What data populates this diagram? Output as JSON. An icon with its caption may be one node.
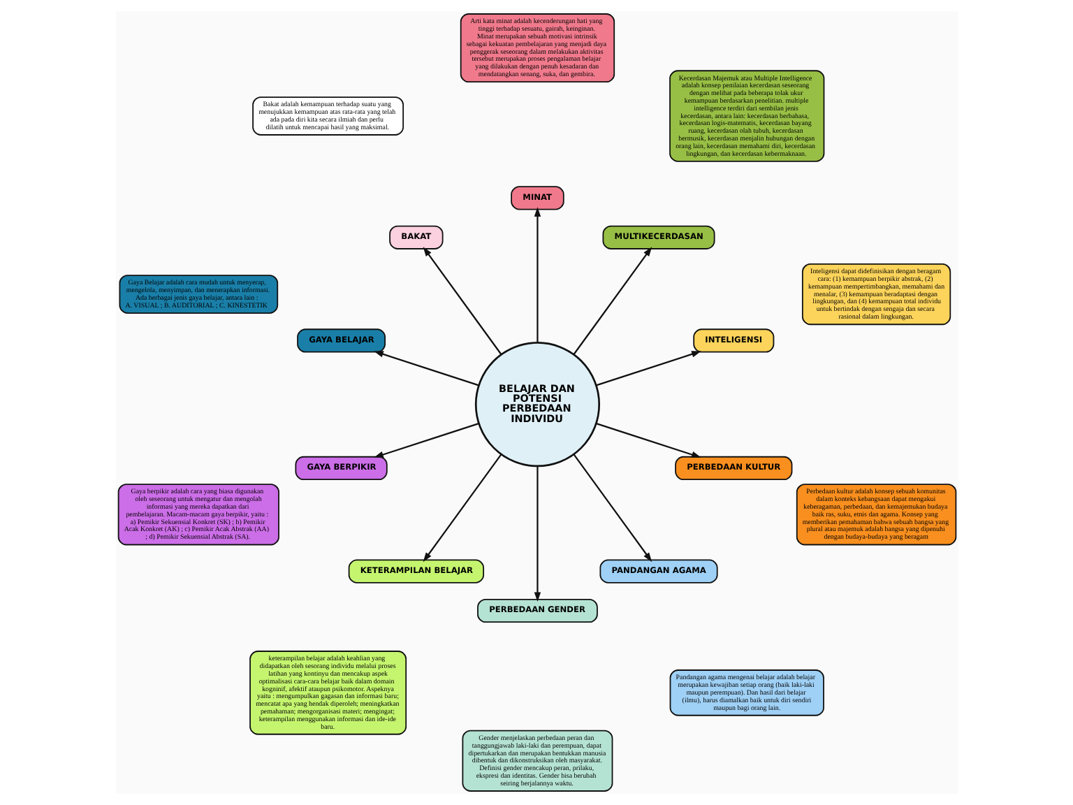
{
  "diagram": {
    "nodes": [
      {
        "text": [
          "INTELIGENSI"
        ]
      },
      {
        "text": [
          "Inteligensi dapat didefinisikan dengan beragam cara: (1) kemampuan berpikir abstrak, (2) kemampuan mempertimbangkan, memahami dan menalar, (3) kemampuan beradaptasi dengan lingkungan, dan (4) kemampuan total individu untuk bertindak dengan sengaja dan secara rasional dalam lingkungan."
        ]
      },
      {
        "text": [
          "MULTIKECERDASAN"
        ]
      },
      {
        "text": [
          "Kecerdasan Majemuk atau Multiple Intelligence adalah konsep penilaian kecerdasan seseorang dengan melihat pada beberapa tolak ukur kemampuan berdasarkan penelitian. multiple intelligence terdiri dari sembilan jenis kecerdasan, antara lain: kecerdasan berbahasa, kecerdasan logis-matematis, kecerdasan bayang ruang, kecerdasan olah tubuh, kecerdasan bermusik, kecerdasan menjalin hubungan dengan orang lain, kecerdasan memahami diri, kecerdasan lingkungan, dan kecerdasan kebermaknaan."
        ]
      },
      {
        "text": [
          "MINAT"
        ]
      },
      {
        "text": [
          "Arti kata minat adalah kecenderungan hati yang tinggi terhadap sesuatu, gairah, keinginan. Minat merupakan sebuah motivasi intrinsik sebagai kekuatan pembelajaran yang menjadi daya penggerak seseorang dalam melakukan aktivitas tersebut merupakan proses pengalaman belajar yang dilakukan dengan penuh kesadaran dan mendatangkan senang, suka, dan gembira."
        ]
      },
      {
        "text": [
          "BAKAT"
        ]
      },
      {
        "text": [
          "Bakat adalah kemampuan terhadap suatu yang menujukkan kemampuan atas rata-rata yang telah ada pada diri kita secara ilmiah dan perlu dilatih untuk mencapai hasil yang maksimal."
        ]
      },
      {
        "text": [
          "GAYA BELAJAR"
        ]
      },
      {
        "text": [
          "Gaya Belajar adalah cara mudah untuk menyerap, mengelola, menyimpan, dan menerapkan informasi. Ada berbagai jenis gaya belajar, antara lain : A. VISUAL ; B. AUDITORIAL ; C. KINESTETIK"
        ]
      },
      {
        "text": [
          "BELAJAR DAN POTENSI PERBEDAAN INDIVIDU"
        ]
      },
      {
        "text": [
          "GAYA BERPIKIR"
        ]
      },
      {
        "text": [
          "Gaya berpikir adalah cara yang biasa digunakan oleh seseorang untuk mengatur dan mengolah informasi yang mereka dapatkan dari pembelajaran. Macam-macam gaya berpikir, yaitu : a) Pemikir Sekuensial Konkret (SK) ; b) Pemikir Acak Konkret (AK) ; c) Pemikir Acak Abstrak (AA) ; d) Pemikir Sekuensial Abstrak (SA)."
        ]
      },
      {
        "text": [
          "KETERAMPILAN BELAJAR"
        ]
      },
      {
        "text": [
          "keterampilan belajar adalah keahlian yang didapatkan oleh sesorang individu melalui proses latihan yang kontinyu dan mencakup aspek optimalisasi cara-cara belajar baik dalam domain kogninif, afektif ataupun psikomotor. Aspeknya yaitu : mengumpulkan gagasan dan informasi baru; mencatat apa yang hendak diperoleh; meningkatkan pemahaman; mengorganisasi materi; mengingat; keterampilan menggunakan informasi dan ide-ide baru."
        ]
      },
      {
        "text": [
          "PERBEDAAN GENDER"
        ]
      },
      {
        "text": [
          "Gender menjelaskan perbedaan peran dan tanggungjawab laki-laki dan perempuan, dapat dipertukarkan dan merupakan bentukkan manusia dibentuk dan dikonstruksikan oleh masyarakat. Definisi gender mencakup peran, prilaku, ekspresi dan identitas. Gender bisa berubah seiring berjalannya waktu."
        ]
      },
      {
        "text": [
          "PANDANGAN AGAMA"
        ]
      },
      {
        "text": [
          "Pandangan agama mengenai belajar adalah belajar merupakan kewajiban setiap orang (baik laki-laki maupun perempuan). Dan hasil dari belajar (ilmu), harus diamalkan baik untuk diri sendiri maupun bagi orang lain."
        ]
      },
      {
        "text": [
          "PERBEDAAN KULTUR"
        ]
      },
      {
        "text": [
          "Perbedaan kultur adalah konsep sebuah komunitas dalam konteks kebangsaan dapat mengakui keberagaman, perbedaan, dan kemajemukan budaya baik ras, suku, etnis dan agama. Konsep yang memberikan pemahaman bahwa sebuah bangsa yang plural atau majemuk adalah bangsa yang dipenuhi dengan budaya-budaya yang beragam"
        ]
      }
    ],
    "edges": [
      {
        "from": 10,
        "to": 0,
        "arrow": "to"
      },
      {
        "from": 10,
        "to": 2,
        "arrow": "to"
      },
      {
        "from": 10,
        "to": 4,
        "arrow": "to"
      },
      {
        "from": 10,
        "to": 8,
        "arrow": "to"
      },
      {
        "from": 10,
        "to": 13,
        "arrow": "to"
      },
      {
        "from": 10,
        "to": 19,
        "arrow": "to"
      },
      {
        "from": 10,
        "to": 17,
        "arrow": "to"
      },
      {
        "from": 10,
        "to": 15,
        "arrow": "to"
      },
      {
        "from": 10,
        "to": 11,
        "arrow": "to"
      },
      {
        "from": 10,
        "to": 6,
        "arrow": "to"
      }
    ]
  }
}
